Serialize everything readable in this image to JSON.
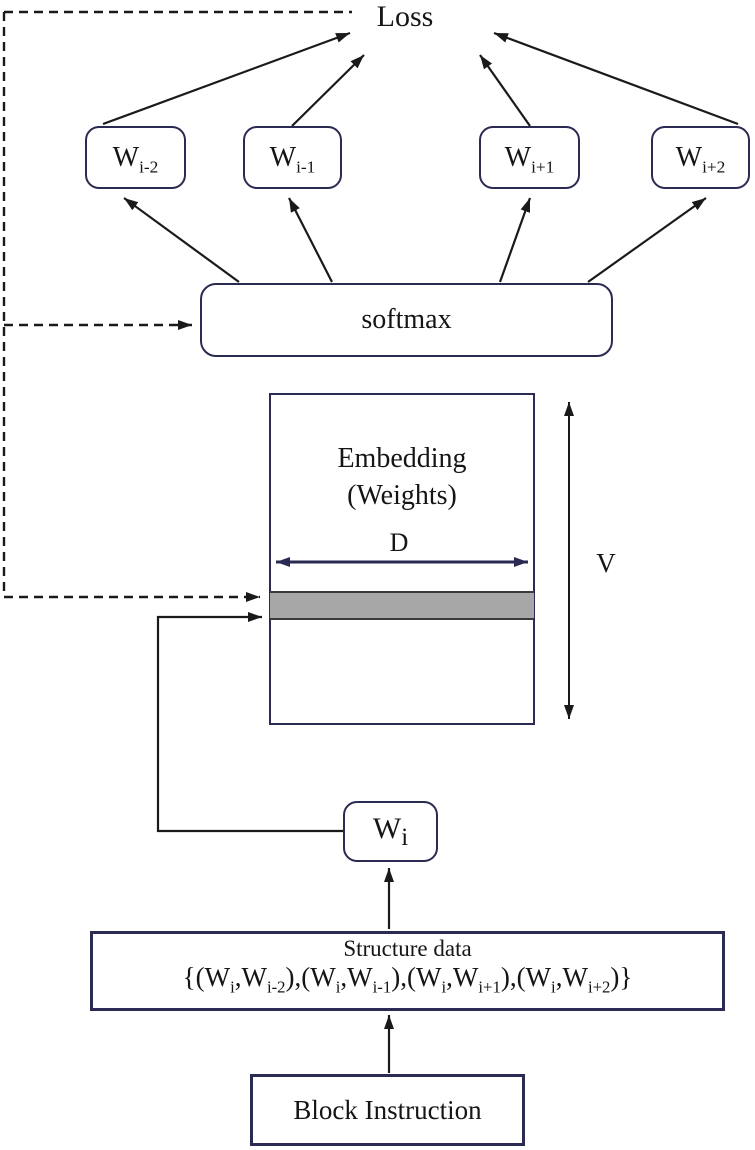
{
  "figure": {
    "description_type": "skipgram-word2vec-architecture-diagram"
  },
  "colors": {
    "border": "#2a2a52",
    "line": "#1a1a1a",
    "gray_row": "#a7a7a7",
    "background": "#ffffff"
  },
  "nodes": {
    "loss": {
      "label": "Loss"
    },
    "context_words": [
      {
        "base": "W",
        "sub": "i-2"
      },
      {
        "base": "W",
        "sub": "i-1"
      },
      {
        "base": "W",
        "sub": "i+1"
      },
      {
        "base": "W",
        "sub": "i+2"
      }
    ],
    "softmax": {
      "label": "softmax"
    },
    "embedding": {
      "title_line1": "Embedding",
      "title_line2": "(Weights)",
      "width_label": "D",
      "height_label": "V"
    },
    "center_word": {
      "base": "W",
      "sub": "i"
    },
    "structure": {
      "title": "Structure data",
      "formula": [
        {
          "t": "{(W"
        },
        {
          "s": "i"
        },
        {
          "t": ",W"
        },
        {
          "s": "i-2"
        },
        {
          "t": "),(W"
        },
        {
          "s": "i"
        },
        {
          "t": ",W"
        },
        {
          "s": "i-1"
        },
        {
          "t": "),(W"
        },
        {
          "s": "i"
        },
        {
          "t": ",W"
        },
        {
          "s": "i+1"
        },
        {
          "t": "),(W"
        },
        {
          "s": "i"
        },
        {
          "t": ",W"
        },
        {
          "s": "i+2"
        },
        {
          "t": ")}"
        }
      ]
    },
    "block_instruction": {
      "label": "Block Instruction"
    }
  }
}
